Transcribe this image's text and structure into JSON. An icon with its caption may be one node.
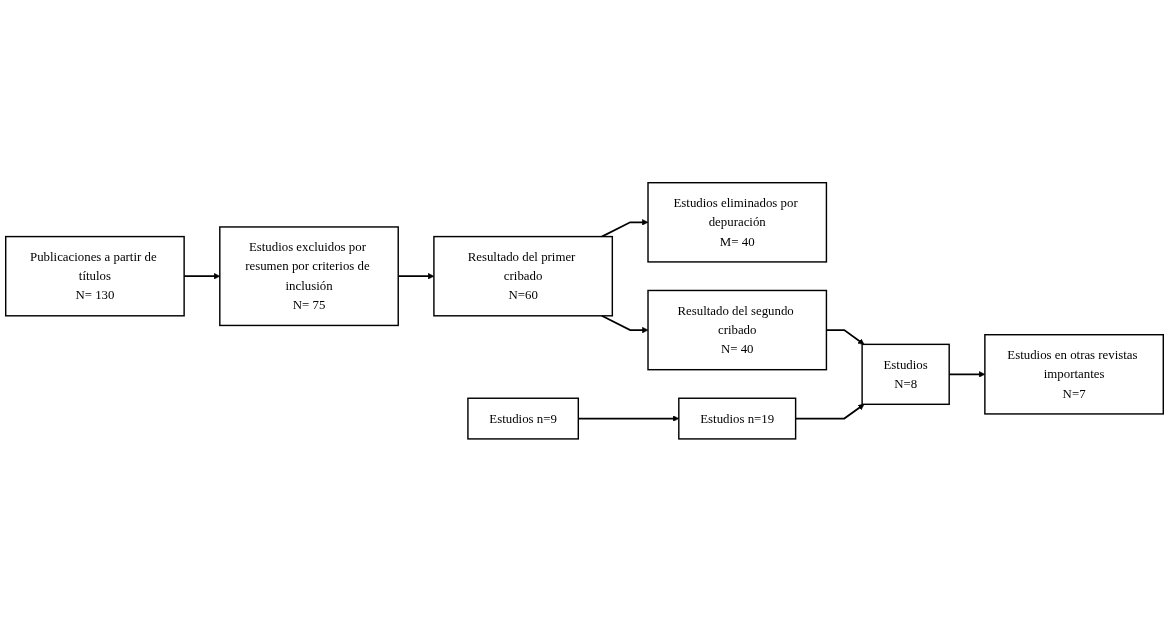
{
  "diagram": {
    "nodes": [
      {
        "text": [
          "Publicaciones a partir de títulos",
          "N= 130"
        ]
      },
      {
        "text": [
          "Estudios excluidos por resumen por criterios de inclusión",
          "N= 75"
        ]
      },
      {
        "text": [
          "Resultado del primer cribado",
          "N=60"
        ]
      },
      {
        "text": [
          "Estudios eliminados por depuración",
          "M= 40"
        ]
      },
      {
        "text": [
          "Resultado del segundo cribado",
          "N= 40"
        ]
      },
      {
        "text": [
          "Estudios n=9"
        ]
      },
      {
        "text": [
          "Estudios n=19"
        ]
      },
      {
        "text": [
          "Estudios",
          "N=8"
        ]
      },
      {
        "text": [
          "Estudios en otras revistas importantes",
          "N=7"
        ]
      }
    ],
    "edges": [
      {
        "from": 0,
        "to": 1,
        "arrow": "to"
      },
      {
        "from": 1,
        "to": 2,
        "arrow": "to"
      },
      {
        "from": 2,
        "to": 3,
        "arrow": "to"
      },
      {
        "from": 2,
        "to": 4,
        "arrow": "to"
      },
      {
        "from": 4,
        "to": 7,
        "arrow": "to"
      },
      {
        "from": 5,
        "to": 6,
        "arrow": "to"
      },
      {
        "from": 6,
        "to": 7,
        "arrow": "to"
      },
      {
        "from": 7,
        "to": 8,
        "arrow": "to"
      }
    ]
  }
}
